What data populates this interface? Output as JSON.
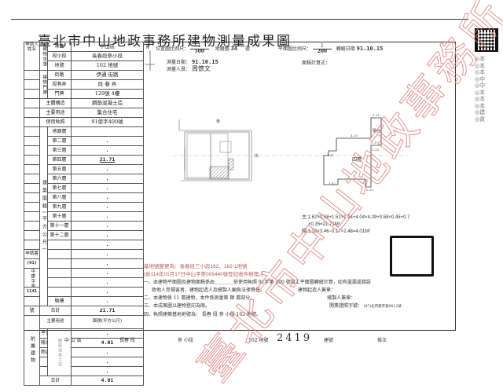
{
  "document": {
    "title": "臺北市中山地政事務所建物測量成果圖"
  },
  "left_table": {
    "applicant_label": "申請人姓名",
    "building_location_label": "建物坐落",
    "district_label": "市區",
    "district_value": "中山區",
    "section_label": "段小段",
    "section_value": "長春段參小段",
    "lot_label": "地號",
    "lot_value": "162 地號",
    "door_label": "建物門牌",
    "street_label": "街路",
    "street_value": "伊通 街路",
    "lane_label": "段巷弄",
    "lane_value": "段 巷 弄",
    "door_no_label": "門牌",
    "door_no_value": "129號 4樓",
    "structure_label": "主體構造",
    "structure_value": "鋼筋混凝土造",
    "main_use_label": "主要用途",
    "main_use_value": "集合住宅",
    "license_label": "使用執照",
    "license_value": "91使字400號",
    "floor_area_label": "建築面積(平方公尺)",
    "floors": [
      {
        "label": "地面層",
        "value": ""
      },
      {
        "label": "第二層",
        "value": "."
      },
      {
        "label": "第三層",
        "value": "."
      },
      {
        "label": "第四層",
        "value": "21.71"
      },
      {
        "label": "第五層",
        "value": "."
      },
      {
        "label": "第六層",
        "value": "."
      },
      {
        "label": "第七層",
        "value": "."
      },
      {
        "label": "第八層",
        "value": "."
      },
      {
        "label": "第九層",
        "value": "."
      },
      {
        "label": "第十層",
        "value": "."
      },
      {
        "label": "第十一層",
        "value": "."
      },
      {
        "label": "第十二層",
        "value": "."
      },
      {
        "label": "",
        "value": "."
      },
      {
        "label": "",
        "value": "."
      },
      {
        "label": "",
        "value": "."
      },
      {
        "label": "",
        "value": "."
      },
      {
        "label": "",
        "value": "."
      },
      {
        "label": "",
        "value": "."
      },
      {
        "label": "騎樓",
        "value": "."
      }
    ],
    "applicant_no": {
      "label": "申請書",
      "year": "(91)",
      "word": "中建字第",
      "number": "1141",
      "suffix": "號"
    },
    "total_label": "合計",
    "total_value": "21.71",
    "annex": {
      "label": "附屬建物",
      "use_header": "主要用途",
      "structure_header": "主體構造",
      "area_header": "面積(平方公尺)",
      "rows": [
        {
          "use": "平台",
          "value": "."
        },
        {
          "use": "陽台",
          "value": "4.01"
        },
        {
          "use": "雨遮",
          "value": "."
        },
        {
          "use": "",
          "value": "."
        },
        {
          "use": "",
          "value": "."
        }
      ],
      "structure_value": "鋼筋混凝土造",
      "total_label": "合計",
      "total_value": "4.01"
    }
  },
  "header_info": {
    "north": "N",
    "location_scale_label": "位置圖比例尺：",
    "location_scale_num": "1",
    "location_scale_den": "500",
    "map_sheet_label": "地籍圖",
    "map_sheet_value": "34",
    "map_sheet_suffix": "號",
    "plan_scale_label": "平面圖比例尺：",
    "plan_scale_num": "1",
    "plan_scale_den": "200",
    "transfer_date_label": "轉繪日期",
    "transfer_date_value": "91.10.15",
    "survey_date_label": "測量日期：",
    "survey_date_value": "91.10.15",
    "area_calc_label": "面積計算式：",
    "surveyor_label": "測量人員：",
    "surveyor_value": "周懷文"
  },
  "drawing": {
    "site_label_top": "巷",
    "site_label_road": "伊通街",
    "plan_label_main": "四層",
    "plan_label_balcony": "陽台",
    "dims": [
      "1.11",
      "4.29",
      "1.94",
      "0.17",
      "1.28",
      "1.51",
      "0.58",
      "1.62",
      "0.45",
      "0.7",
      "0.35",
      "3.46"
    ]
  },
  "calculation": {
    "main_formula": "主:1.62×0.58+1.51×1.94+4.04×4.29+0.58×0.45+0.7",
    "main_formula_cont": "×0.35=21.71M²",
    "balcony_formula": "陽:1.28×3.46−0.17×2.48=4.01M²"
  },
  "notes": {
    "change_note_1": "基地號變更為：長春段三小段162、162-1地號",
    "change_note_2": "(依114年01月17日中山字第006440號登記收件辦理。)",
    "note_1a": "一、本建物平面圖及建物面積係由＿＿＿＿依使用執照 91字第 400 號竣工平面圖轉繪計算，如有遺漏或錯誤",
    "note_1b": "致他人受損害者，建物起造人及繪製人願負法律責任。",
    "note_2": "二、本建物係 11 層建物，本件係測量第 肆 層部分。",
    "note_3": "三、本成果圖以建物登記為限。",
    "note_4": "四、執照建築基地地號為： 長春 段 參 小段 162 地號。",
    "builder_sign_label": "建物起造人簽章：",
    "drafter_sign_label": "繪製人簽章：",
    "cert_label": "開業證照字號：",
    "cert_value": "(87)北市建字第0012號"
  },
  "footer": {
    "district": "中 山 區",
    "section": "長春 段",
    "subsection": "參 小段",
    "lot": "162 地號",
    "building_no": "2419",
    "building_no_suffix": "建號",
    "copy": "條次"
  },
  "right_panel": {
    "qr_label": "qr-code",
    "notes": [
      "◎本",
      "◎本",
      "◎本",
      "◎中",
      "◎中",
      "◎本",
      "◎本",
      "◎本",
      "◎建",
      "◎貢"
    ]
  },
  "watermark": {
    "text": "臺北市中山地政事務所"
  }
}
